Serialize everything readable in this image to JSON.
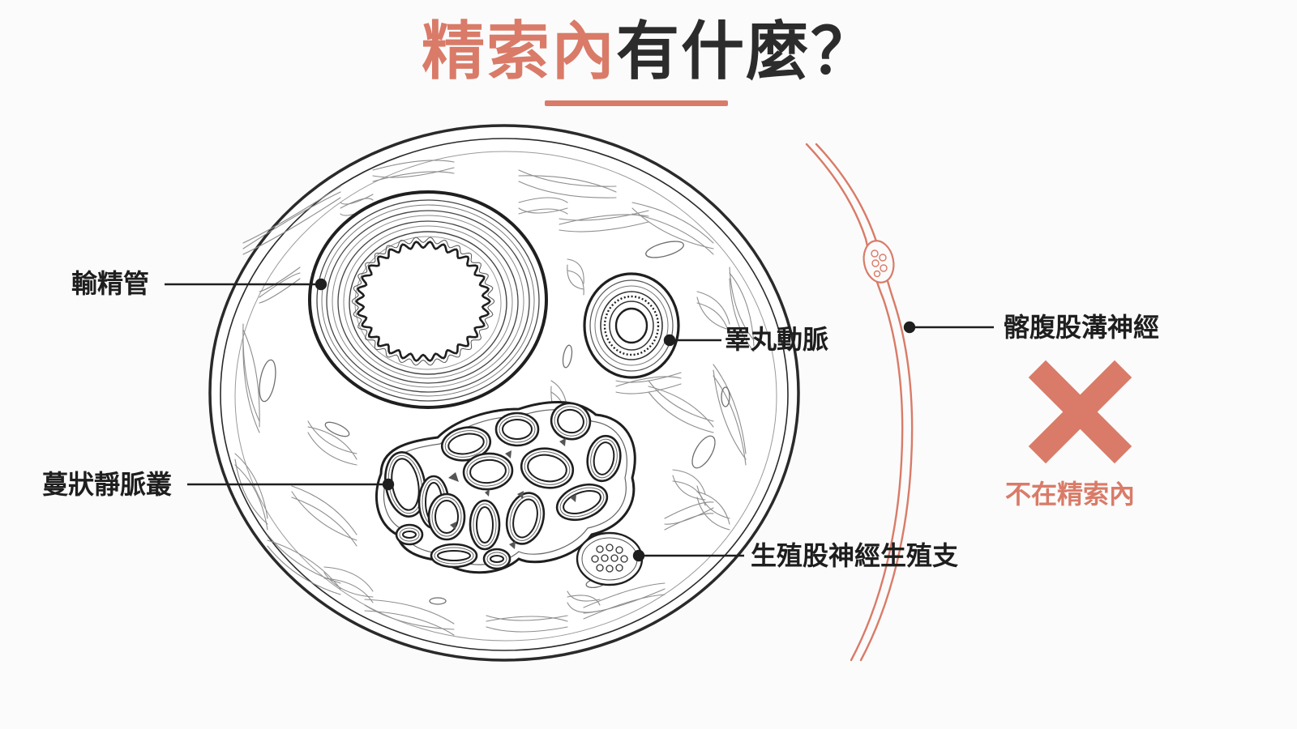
{
  "title": {
    "highlight": "精索內",
    "rest": "有什麼？"
  },
  "labels": {
    "vas_deferens": "輸精管",
    "testicular_artery": "睪丸動脈",
    "pampiniform_plexus": "蔓狀靜脈叢",
    "genital_branch": "生殖股神經生殖支",
    "ilioinguinal_nerve": "髂腹股溝神經",
    "not_inside": "不在精索內"
  },
  "icons": {
    "cross": "cross-icon"
  },
  "colors": {
    "accent": "#d97b68",
    "ink": "#1e1e1e",
    "line": "#2a2a2a",
    "nerve": "#d97b68"
  }
}
